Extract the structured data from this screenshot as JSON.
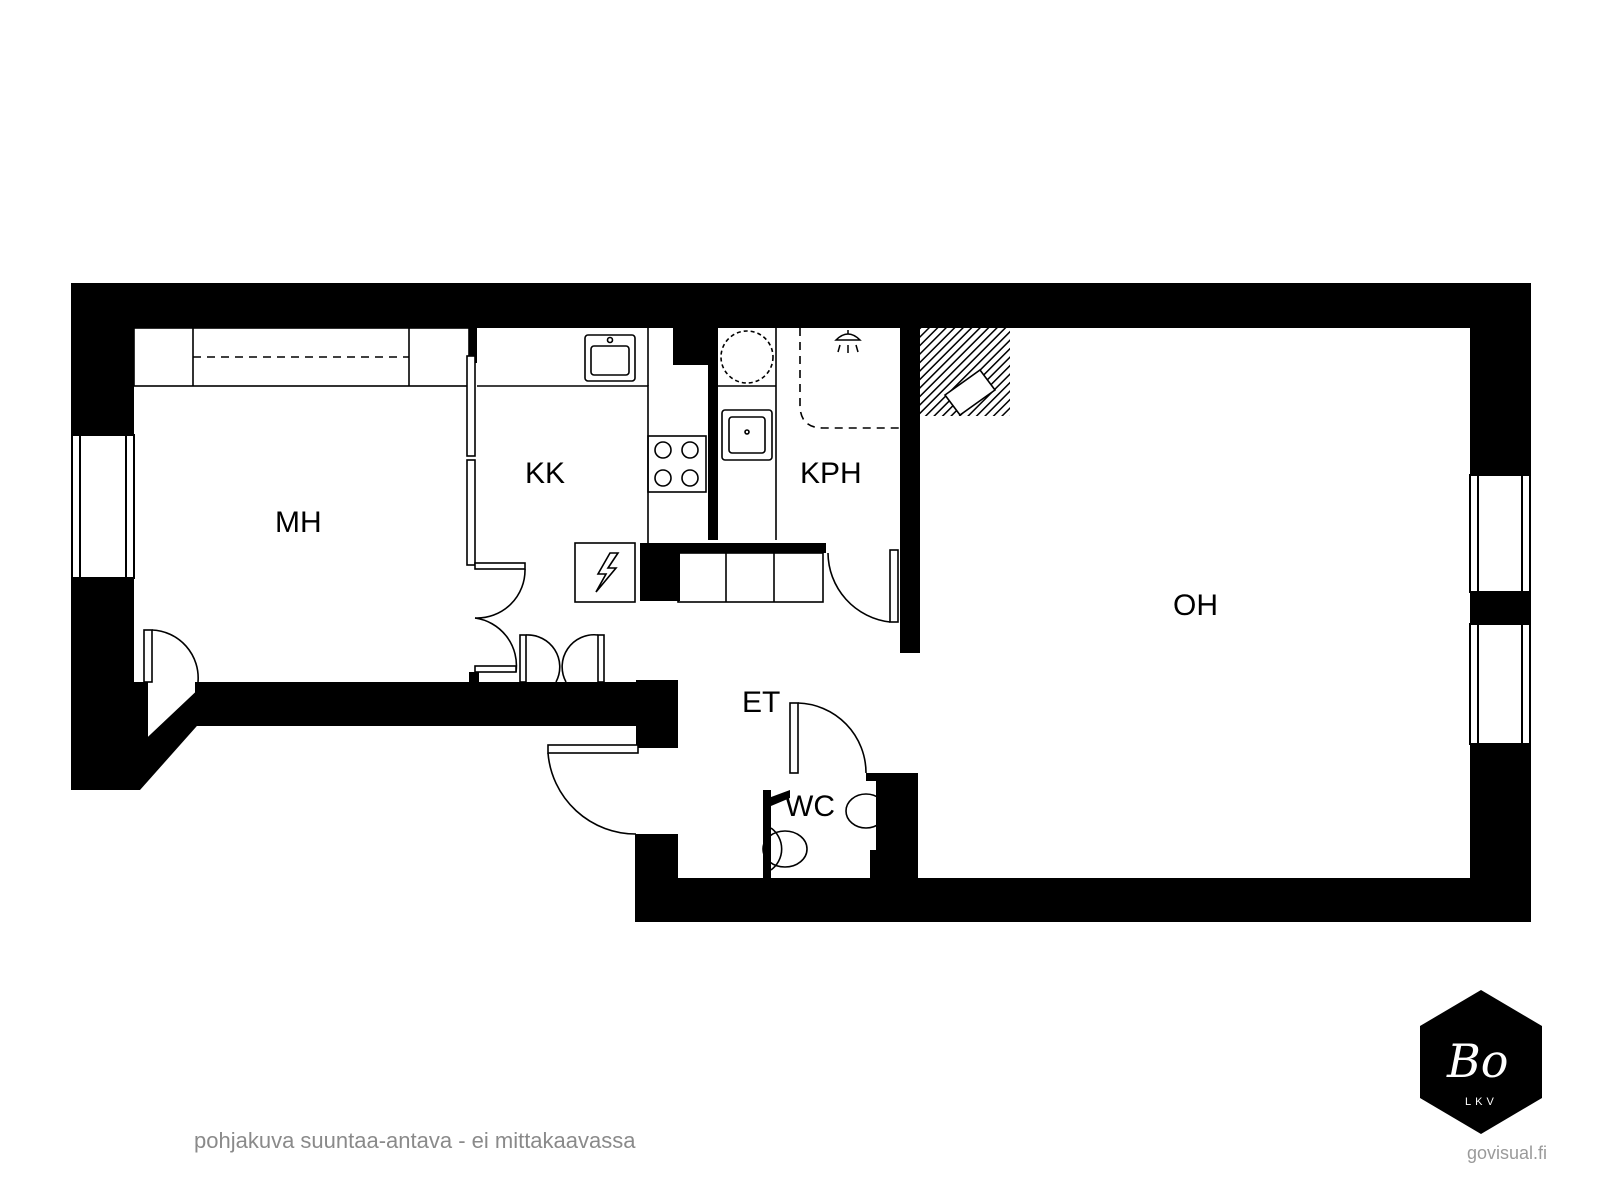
{
  "rooms": {
    "mh": "MH",
    "kk": "KK",
    "kph": "KPH",
    "oh": "OH",
    "et": "ET",
    "wc": "WC"
  },
  "footer": {
    "note": "pohjakuva suuntaa-antava - ei mittakaavassa",
    "credit": "govisual.fi"
  },
  "logo": {
    "mark": "Bo",
    "subtitle": "LKV",
    "color": "#000000"
  },
  "colors": {
    "wall": "#000000",
    "background": "#ffffff",
    "note_text": "#8a8a8a"
  }
}
